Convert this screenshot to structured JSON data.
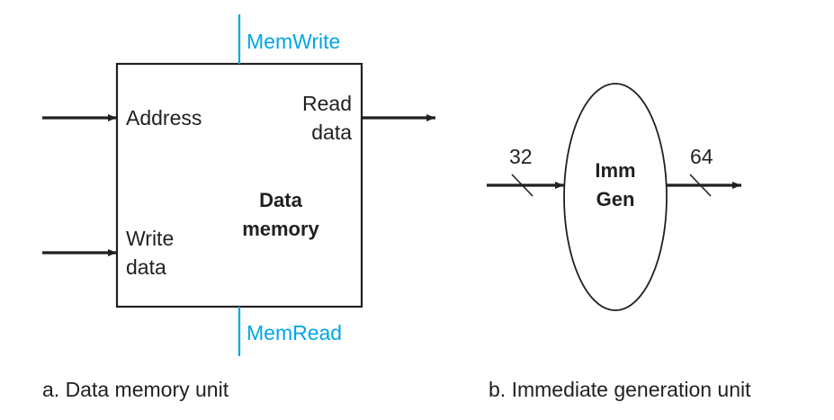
{
  "figure_a": {
    "caption": "a. Data memory unit",
    "unit_title_line1": "Data",
    "unit_title_line2": "memory",
    "inputs": {
      "address": "Address",
      "write_data_line1": "Write",
      "write_data_line2": "data"
    },
    "outputs": {
      "read_data_line1": "Read",
      "read_data_line2": "data"
    },
    "control_signals": {
      "top": "MemWrite",
      "bottom": "MemRead"
    }
  },
  "figure_b": {
    "caption": "b. Immediate generation unit",
    "unit_title_line1": "Imm",
    "unit_title_line2": "Gen",
    "input_width": "32",
    "output_width": "64"
  },
  "colors": {
    "line": "#231f20",
    "control": "#00a6e4"
  }
}
